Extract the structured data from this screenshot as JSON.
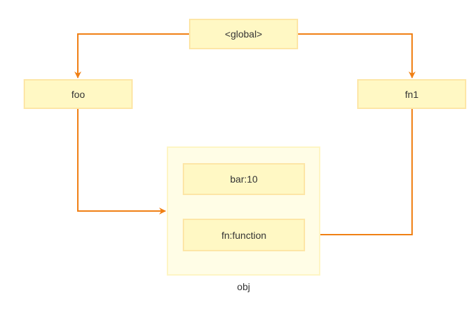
{
  "nodes": {
    "global": "<global>",
    "foo": "foo",
    "fn1": "fn1"
  },
  "object": {
    "label": "obj",
    "properties": [
      "bar:10",
      "fn:function"
    ]
  },
  "edges": [
    {
      "from": "<global>",
      "to": "foo"
    },
    {
      "from": "<global>",
      "to": "fn1"
    },
    {
      "from": "foo",
      "to": "obj"
    },
    {
      "from": "fn1",
      "to": "fn:function"
    }
  ],
  "colors": {
    "edge": "#f07f13",
    "node_fill": "#fff8c4",
    "node_border": "#fde6a6",
    "group_fill": "#fffde6",
    "text": "#333333"
  }
}
